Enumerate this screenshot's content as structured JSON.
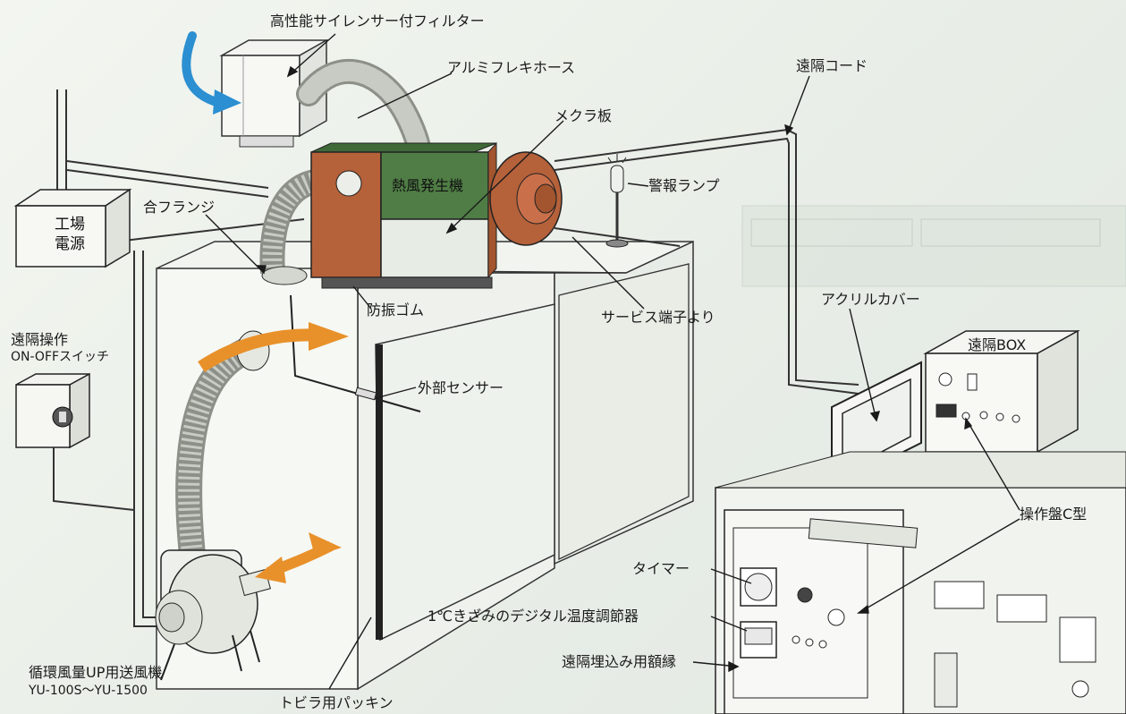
{
  "labels": {
    "filter": "高性能サイレンサー付フィルター",
    "aluminum_hose": "アルミフレキホース",
    "mekura_plate": "メクラ板",
    "remote_cord": "遠隔コード",
    "generator": "熱風発生機",
    "alarm_lamp": "警報ランプ",
    "flange": "合フランジ",
    "power_line1": "工場",
    "power_line2": "電源",
    "vibration_rubber": "防振ゴム",
    "service_terminal": "サービス端子より",
    "remote_switch_line1": "遠隔操作",
    "remote_switch_line2": "ON-OFFスイッチ",
    "external_sensor": "外部センサー",
    "acrylic_cover": "アクリルカバー",
    "remote_box": "遠隔BOX",
    "panel_c": "操作盤C型",
    "timer": "タイマー",
    "digital_controller": "1℃きざみのデジタル温度調節器",
    "embed_frame": "遠隔埋込み用額縁",
    "blower_line1": "循環風量UP用送風機",
    "blower_line2": "YU-100S～YU-1500",
    "door_packing": "トビラ用パッキン"
  },
  "colors": {
    "generator_green": "#4f7d45",
    "generator_brown": "#b5613a",
    "arrow_blue": "#2b8fd1",
    "arrow_orange": "#e8912a",
    "line": "#1a1a1a"
  }
}
